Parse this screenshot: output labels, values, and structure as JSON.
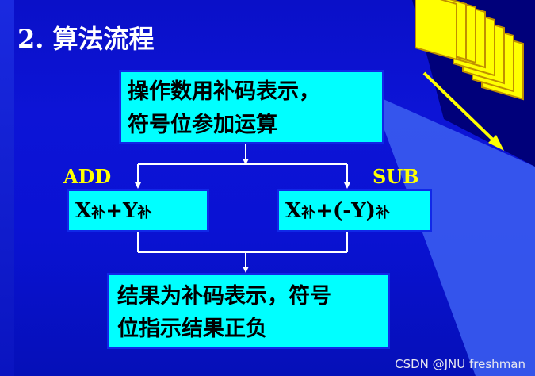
{
  "title": "2. 算法流程",
  "nodes": {
    "top_line1": "操作数用补码表示，",
    "top_line2": "符号位参加运算",
    "add_x": "X",
    "add_sub1": "补",
    "add_plus": "+Y",
    "add_sub2": "补",
    "sub_x": "X",
    "sub_sub1": "补",
    "sub_plus": "+(-Y)",
    "sub_sub2": "补",
    "bottom_line1": "结果为补码表示，符号",
    "bottom_line2": "位指示结果正负"
  },
  "branch_labels": {
    "add": "ADD",
    "sub": "SUB"
  },
  "watermark": "CSDN @JNU freshman",
  "colors": {
    "background": "#0d14d6",
    "box": "#00ffff",
    "connector": "#ffffff",
    "branch_label": "#ffff00",
    "deco": "#ffff00"
  }
}
